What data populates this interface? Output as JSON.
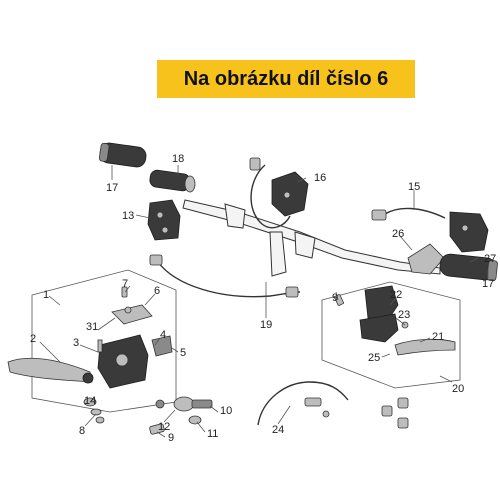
{
  "banner": {
    "text": "Na obrázku díl číslo 6",
    "color": "#f7c21b"
  },
  "callouts": [
    "17",
    "18",
    "16",
    "15",
    "13",
    "26",
    "27",
    "17",
    "1",
    "7",
    "6",
    "31",
    "4",
    "2",
    "3",
    "5",
    "14",
    "8",
    "22",
    "23",
    "21",
    "9",
    "25",
    "19",
    "20",
    "12",
    "10",
    "11",
    "9",
    "24"
  ]
}
